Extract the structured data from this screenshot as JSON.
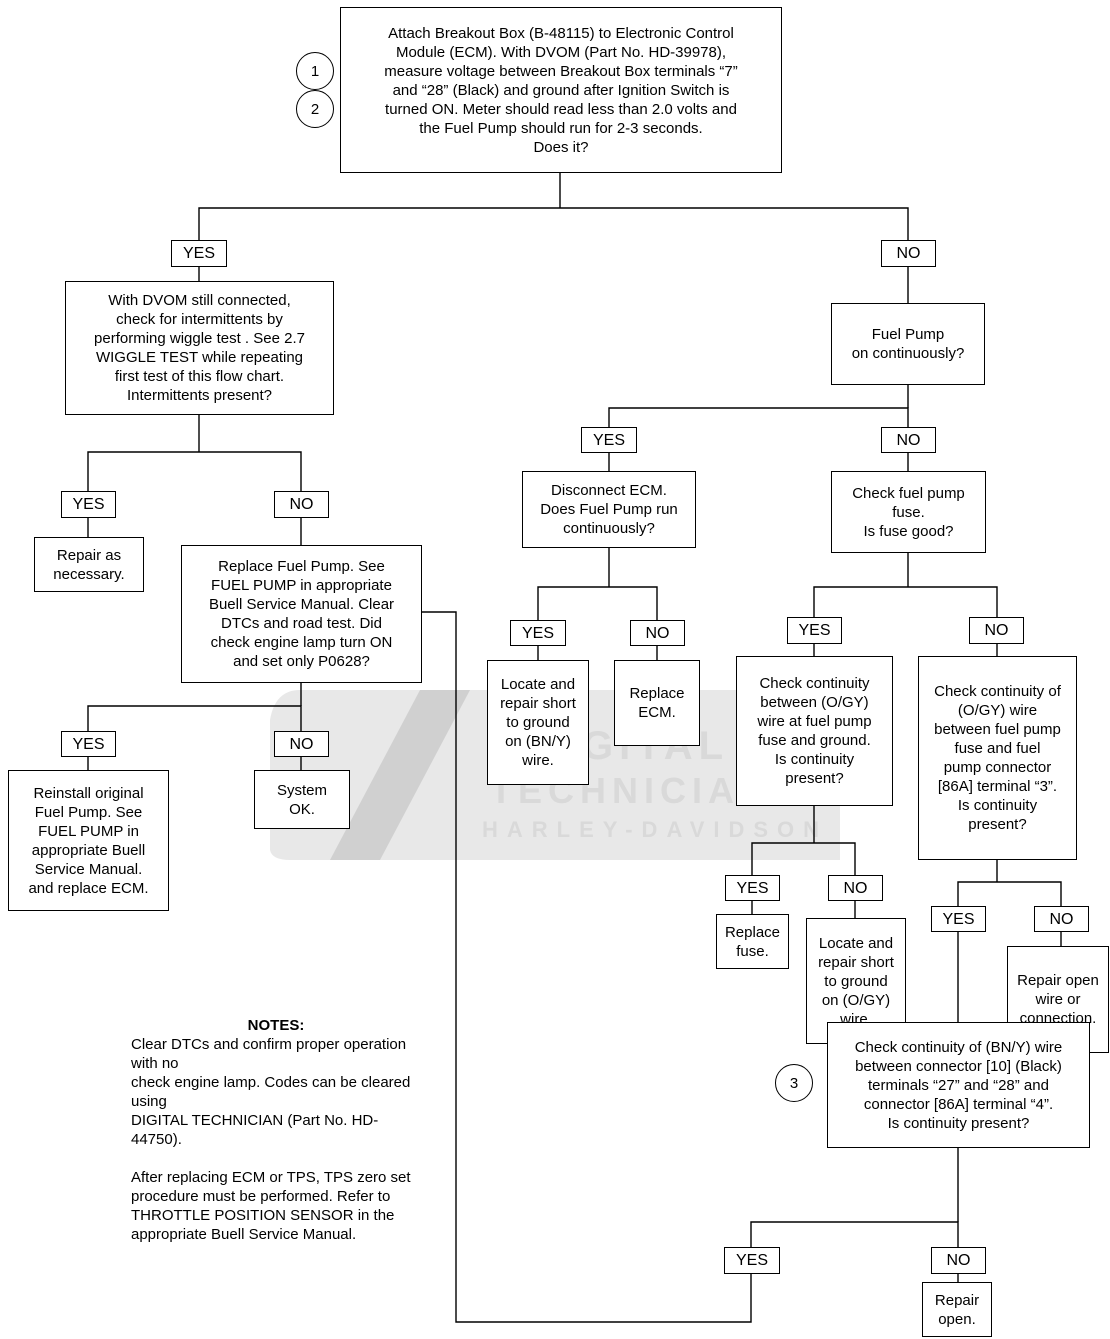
{
  "nodes": {
    "start": "Attach Breakout Box (B-48115) to Electronic Control\nModule (ECM). With DVOM (Part No. HD-39978),\nmeasure voltage between Breakout Box terminals “7”\nand “28” (Black) and ground after Ignition Switch is\nturned ON. Meter should read less than 2.0 volts and\nthe Fuel Pump should run for 2-3 seconds.\nDoes it?",
    "wiggle": "With DVOM still connected,\ncheck for intermittents by\nperforming wiggle test . See 2.7\nWIGGLE TEST while repeating\nfirst test of this flow chart.\nIntermittents present?",
    "repair_necessary": "Repair as\nnecessary.",
    "replace_pump": "Replace Fuel Pump. See\nFUEL PUMP in appropriate\nBuell Service Manual. Clear\nDTCs and road test. Did\ncheck engine lamp turn ON\nand set only P0628?",
    "reinstall": "Reinstall original\nFuel Pump. See\nFUEL PUMP in\nappropriate Buell\nService Manual.\nand replace ECM.",
    "system_ok": "System\nOK.",
    "pump_on": "Fuel Pump\non continuously?",
    "disconnect_ecm": "Disconnect ECM.\nDoes Fuel Pump run\ncontinuously?",
    "locate_short_bny": "Locate and\nrepair short\nto ground\non (BN/Y)\nwire.",
    "replace_ecm": "Replace\nECM.",
    "check_fuse": "Check fuel pump\nfuse.\nIs fuse good?",
    "cont_between": "Check continuity\nbetween (O/GY)\nwire at fuel pump\nfuse and ground.\nIs continuity\npresent?",
    "replace_fuse": "Replace\nfuse.",
    "locate_short_ogy": "Locate and\nrepair short\nto ground\non (O/GY)\nwire.",
    "cont_of_ogy": "Check continuity of\n(O/GY) wire\nbetween fuel pump\nfuse and fuel\npump connector\n[86A] terminal “3”.\nIs continuity\npresent?",
    "repair_open_wire": "Repair open\nwire or\nconnection.",
    "cont_of_bny": "Check continuity of (BN/Y) wire\nbetween connector [10] (Black)\nterminals “27” and “28” and\nconnector [86A] terminal “4”.\nIs continuity present?",
    "repair_open": "Repair\nopen."
  },
  "labels": {
    "yes": "YES",
    "no": "NO"
  },
  "step_markers": {
    "one": "1",
    "two": "2",
    "three": "3"
  },
  "notes": {
    "title": "NOTES:",
    "paragraph1": "Clear DTCs and confirm proper operation with no\ncheck engine lamp. Codes can be cleared using\nDIGITAL TECHNICIAN (Part No. HD-44750).",
    "paragraph2": "After replacing ECM or TPS, TPS zero set\nprocedure must be performed.  Refer to\nTHROTTLE POSITION SENSOR in the\nappropriate Buell Service Manual."
  },
  "watermark": {
    "line1": "DIGITAL",
    "line2": "TECHNICIAN",
    "line3": "HARLEY-DAVIDSON"
  }
}
